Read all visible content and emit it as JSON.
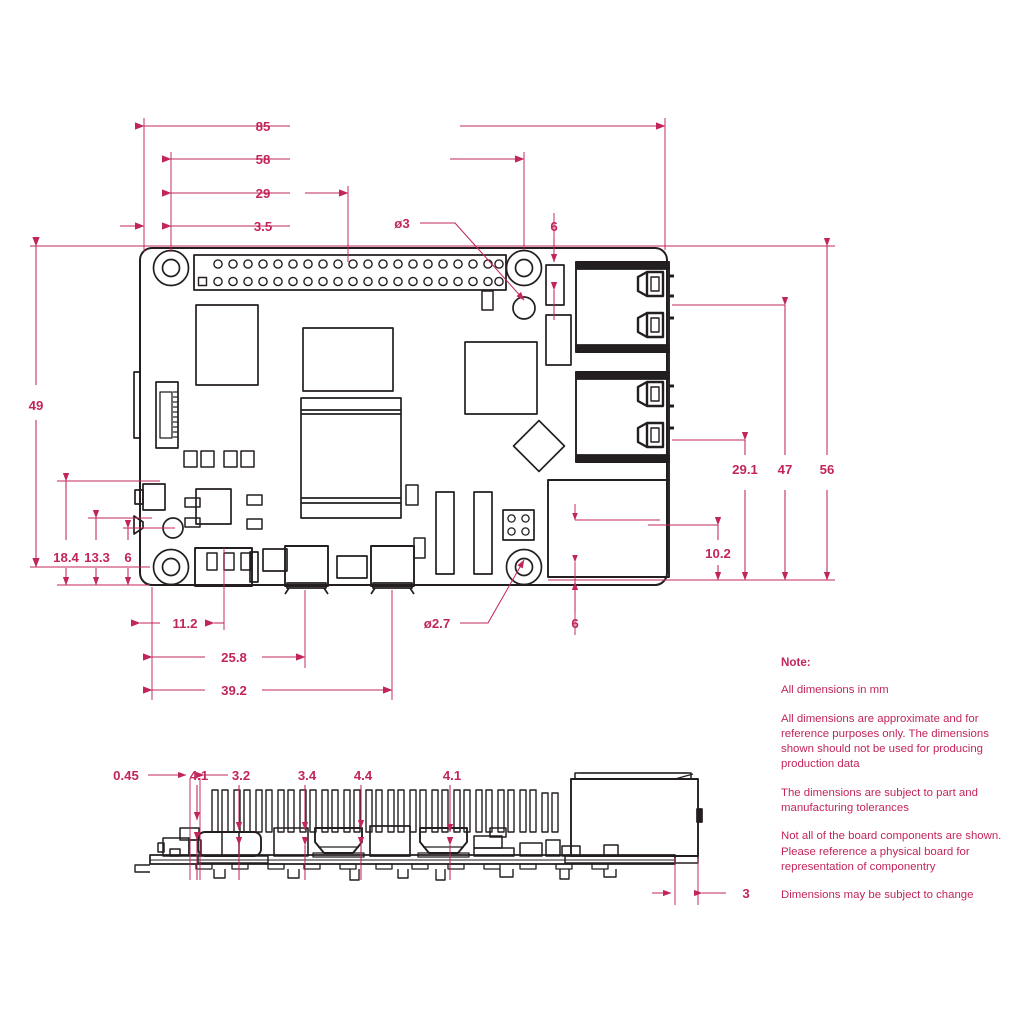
{
  "drawing": {
    "title": "Raspberry Pi board mechanical dimension drawing",
    "units": "mm",
    "accent_color": "#c2255c",
    "line_color": "#231f20",
    "background": "#ffffff"
  },
  "notes": {
    "heading": "Note:",
    "lines": [
      "All dimensions in mm",
      "All dimensions are approximate and for reference purposes only. The dimensions shown should not be used for producing production data",
      "The dimensions are subject to part and manufacturing tolerances",
      "Not all of the board components are shown. Please reference a physical board for representation of componentry",
      "Dimensions may be subject to change"
    ]
  },
  "dimensions": {
    "top_view": {
      "horizontal": [
        {
          "id": "dim-85",
          "label": "85"
        },
        {
          "id": "dim-58",
          "label": "58"
        },
        {
          "id": "dim-29",
          "label": "29"
        },
        {
          "id": "dim-3_5",
          "label": "3.5"
        },
        {
          "id": "dim-6-top",
          "label": "6"
        }
      ],
      "vertical_left": [
        {
          "id": "dim-49",
          "label": "49"
        },
        {
          "id": "dim-18_4",
          "label": "18.4"
        },
        {
          "id": "dim-13_3",
          "label": "13.3"
        },
        {
          "id": "dim-6-left",
          "label": "6"
        }
      ],
      "vertical_right": [
        {
          "id": "dim-29_1",
          "label": "29.1"
        },
        {
          "id": "dim-47",
          "label": "47"
        },
        {
          "id": "dim-56",
          "label": "56"
        },
        {
          "id": "dim-10_2",
          "label": "10.2"
        }
      ],
      "bottom": [
        {
          "id": "dim-11_2",
          "label": "11.2"
        },
        {
          "id": "dim-25_8",
          "label": "25.8"
        },
        {
          "id": "dim-39_2",
          "label": "39.2"
        },
        {
          "id": "dim-6-bottom",
          "label": "6"
        }
      ],
      "diameters": [
        {
          "id": "dia-3",
          "label": "ø3"
        },
        {
          "id": "dia-2_7",
          "label": "ø2.7"
        }
      ]
    },
    "side_view": {
      "heights": [
        {
          "id": "dim-0_45",
          "label": "0.45"
        },
        {
          "id": "dim-4_1a",
          "label": "4.1"
        },
        {
          "id": "dim-3_2",
          "label": "3.2"
        },
        {
          "id": "dim-3_4",
          "label": "3.4"
        },
        {
          "id": "dim-4_4",
          "label": "4.4"
        },
        {
          "id": "dim-4_1b",
          "label": "4.1"
        }
      ],
      "overhang": {
        "id": "dim-3",
        "label": "3"
      }
    }
  }
}
